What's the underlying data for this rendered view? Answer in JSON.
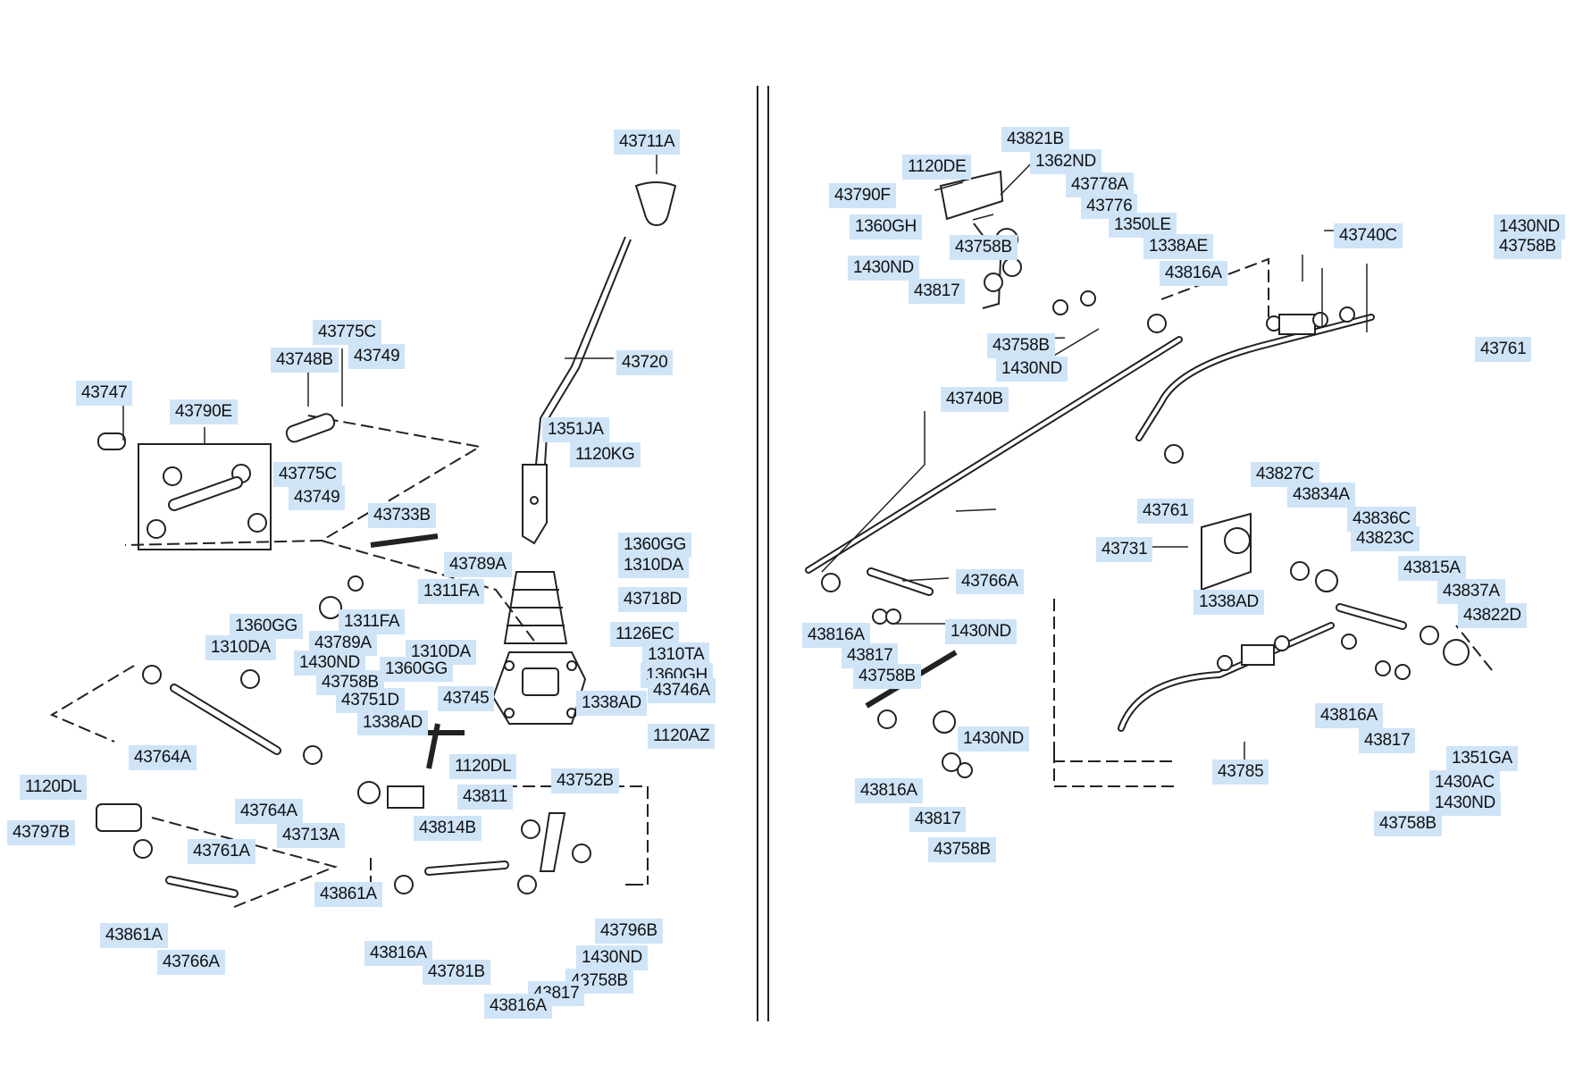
{
  "parts": [
    "43711A",
    "43720",
    "43747",
    "43790E",
    "43748B",
    "43775C",
    "43749",
    "43775C",
    "43749",
    "1351JA",
    "1120KG",
    "43733B",
    "43789A",
    "1360GG",
    "1310DA",
    "1311FA",
    "43718D",
    "1311FA",
    "43789A",
    "1360GG",
    "1310DA",
    "1430ND",
    "1126EC",
    "1310DA",
    "1310TA",
    "1360GG",
    "1360GH",
    "43758B",
    "43751D",
    "43745",
    "1338AD",
    "43746A",
    "1338AD",
    "1120AZ",
    "43764A",
    "1120DL",
    "1120DL",
    "43811",
    "43752B",
    "43764A",
    "43713A",
    "43814B",
    "43797B",
    "43761A",
    "43861A",
    "43861A",
    "43766A",
    "43816A",
    "43781B",
    "43796B",
    "1430ND",
    "43758B",
    "43817",
    "43816A",
    "43821B",
    "1120DE",
    "1362ND",
    "43790F",
    "43778A",
    "43776",
    "1360GH",
    "1350LE",
    "43758B",
    "1338AE",
    "1430ND",
    "43816A",
    "43817",
    "43758B",
    "1430ND",
    "43740B",
    "1430ND",
    "43758B",
    "43740C",
    "43761",
    "43761",
    "43827C",
    "43834A",
    "43836C",
    "43731",
    "43823C",
    "1338AD",
    "43815A",
    "43837A",
    "43822D",
    "43766A",
    "43816A",
    "43817",
    "1430ND",
    "43758B",
    "43816A",
    "1430ND",
    "43817",
    "43758B",
    "43785",
    "43816A",
    "43817",
    "1351GA",
    "1430AC",
    "1430ND",
    "43758B"
  ]
}
